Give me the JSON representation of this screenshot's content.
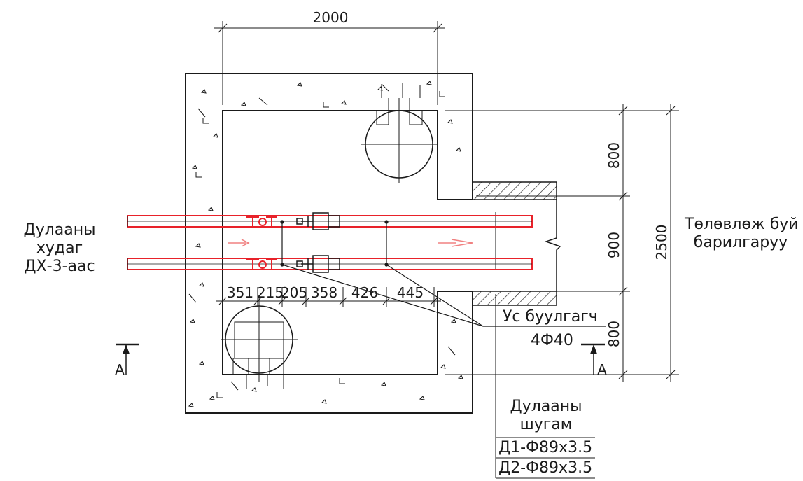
{
  "dimensions": {
    "top_width": "2000",
    "right_800_top": "800",
    "right_900": "900",
    "right_800_bottom": "800",
    "total_2500": "2500",
    "bottom_segments": [
      "351",
      "215",
      "205",
      "358",
      "426",
      "445"
    ]
  },
  "labels": {
    "left_source": [
      "Дулааны",
      "худаг",
      "ДХ-3-аас"
    ],
    "right_building": [
      "Төлөвлөж буй",
      "барилгаруу"
    ],
    "valve_title": "Ус буулгагч",
    "valve_spec": "4Ф40",
    "pipe_title": [
      "Дулааны",
      "шугам"
    ],
    "pipe_d1": "Д1-Ф89х3.5",
    "pipe_d2": "Д2-Ф89х3.5",
    "section_left": "А",
    "section_right": "А"
  },
  "colors": {
    "line": "#1a1a1a",
    "pipe": "#e8222a",
    "flow_arrow": "#f08080"
  }
}
